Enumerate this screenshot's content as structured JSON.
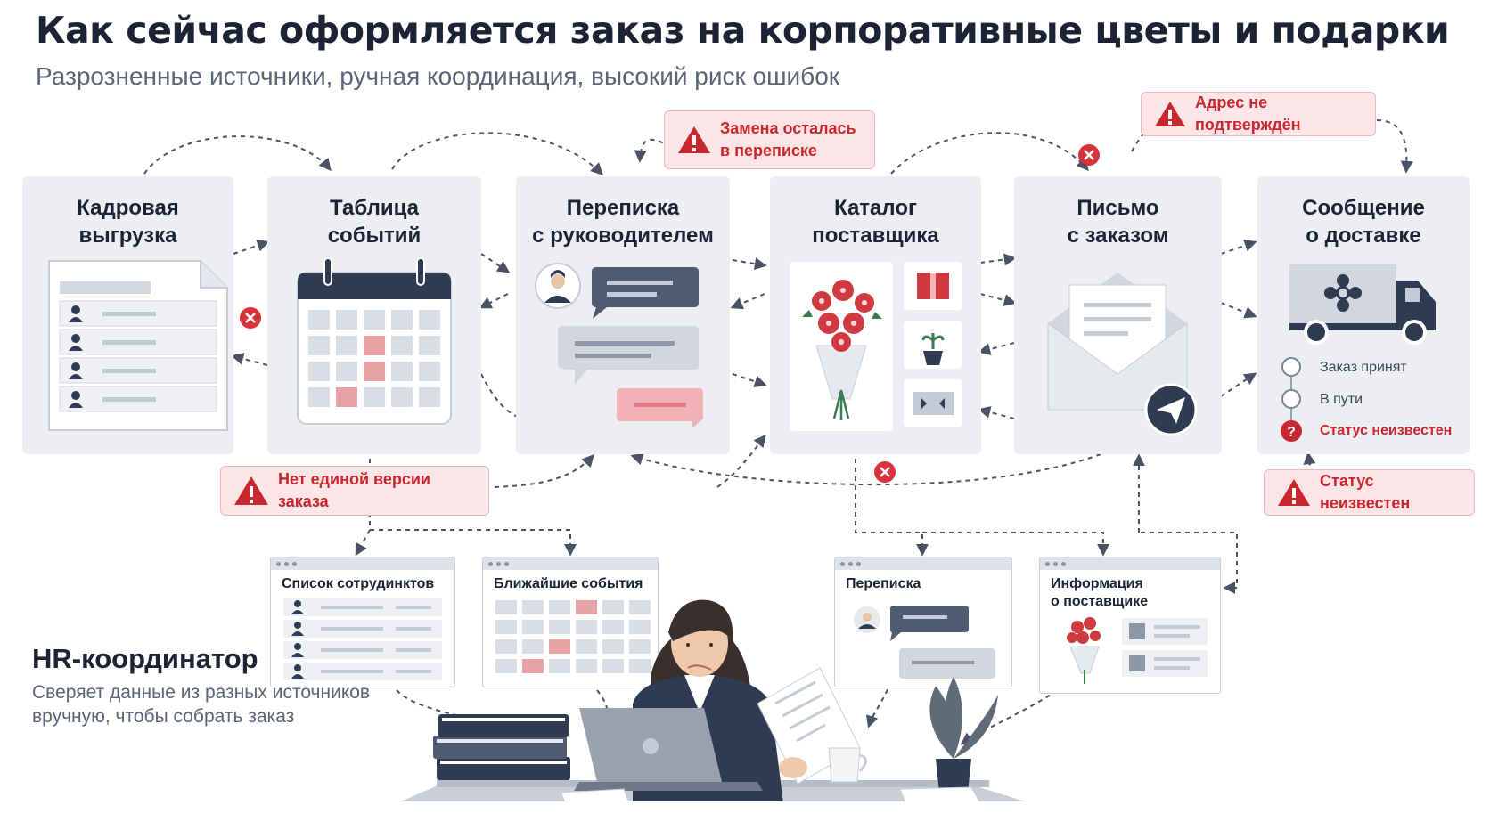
{
  "header": {
    "title": "Как сейчас оформляется заказ на корпоративные цветы и подарки",
    "subtitle": "Разрозненные  источники, ручная координация, высокий риск ошибок"
  },
  "stages": [
    {
      "id": "hr",
      "title": "Кадровая\nвыгрузка"
    },
    {
      "id": "events",
      "title": "Таблица\nсобытий"
    },
    {
      "id": "chat",
      "title": "Переписка\nс руководителем"
    },
    {
      "id": "catalog",
      "title": "Каталог\nпоставщика"
    },
    {
      "id": "email",
      "title": "Письмо\nс заказом"
    },
    {
      "id": "delivery",
      "title": "Сообщение\nо доставке"
    }
  ],
  "alerts": {
    "replacement": "Замена осталась\nв переписке",
    "address": "Адрес не подтверждён",
    "version": "Нет единой версии заказа",
    "status": "Статус неизвестен"
  },
  "delivery_status": {
    "accepted": "Заказ принят",
    "in_transit": "В пути",
    "unknown": "Статус неизвестен"
  },
  "windows": {
    "employees": "Список сотрудинктов",
    "upcoming": "Ближайшие события",
    "chat": "Переписка",
    "supplier": "Информация\nо поставщике"
  },
  "coordinator": {
    "role": "HR-координатор",
    "description": "Сверяет данные из разных источников\nвручную, чтобы собрать заказ"
  },
  "colors": {
    "panel": "#eceef2",
    "navy": "#2f3b52",
    "alert_red": "#c9272f",
    "alert_bg": "#fbe5e6",
    "pink": "#e8a2a6"
  }
}
